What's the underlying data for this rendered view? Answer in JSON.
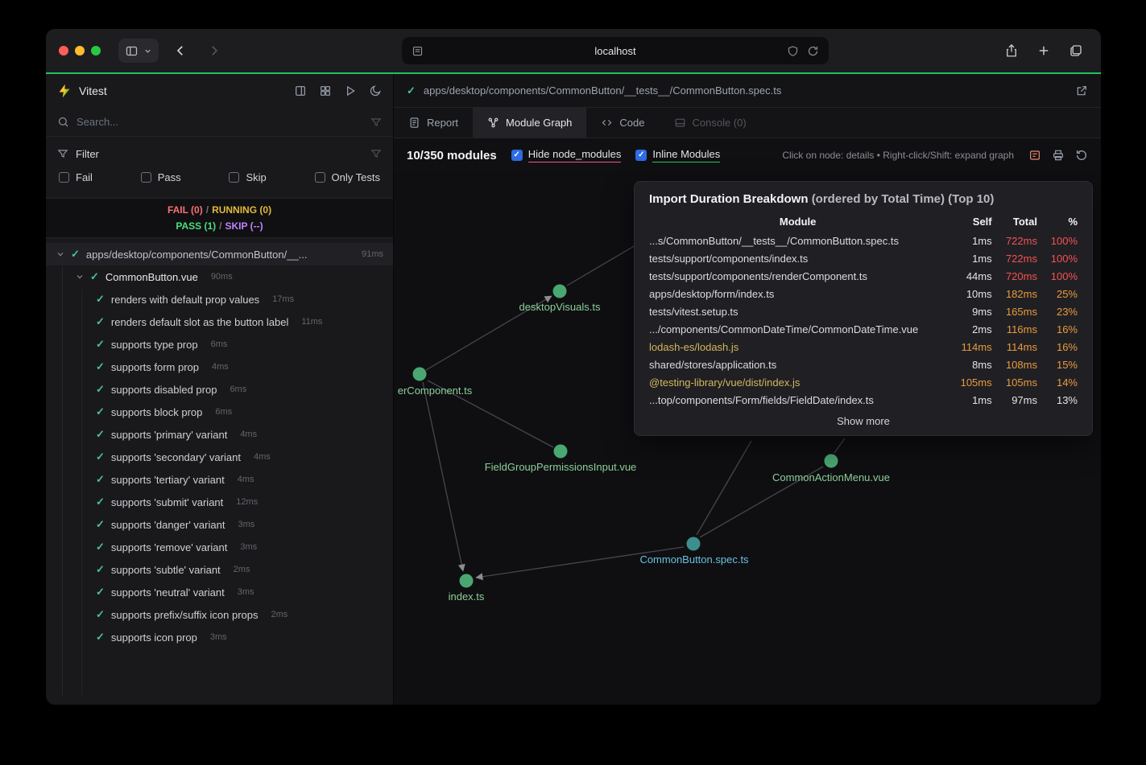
{
  "browser": {
    "url": "localhost"
  },
  "sidebar": {
    "app_title": "Vitest",
    "search_placeholder": "Search...",
    "filter_label": "Filter",
    "checkboxes": {
      "fail": "Fail",
      "pass": "Pass",
      "skip": "Skip",
      "only": "Only Tests"
    },
    "status": {
      "fail": "FAIL (0)",
      "running": "RUNNING (0)",
      "pass": "PASS (1)",
      "skip": "SKIP (--)",
      "sep": "/"
    },
    "tree": {
      "file": {
        "name": "apps/desktop/components/CommonButton/__...",
        "duration": "91ms"
      },
      "suite": {
        "name": "CommonButton.vue",
        "duration": "90ms"
      },
      "tests": [
        {
          "name": "renders with default prop values",
          "duration": "17ms"
        },
        {
          "name": "renders default slot as the button label",
          "duration": "11ms"
        },
        {
          "name": "supports type prop",
          "duration": "6ms"
        },
        {
          "name": "supports form prop",
          "duration": "4ms"
        },
        {
          "name": "supports disabled prop",
          "duration": "6ms"
        },
        {
          "name": "supports block prop",
          "duration": "6ms"
        },
        {
          "name": "supports 'primary' variant",
          "duration": "4ms"
        },
        {
          "name": "supports 'secondary' variant",
          "duration": "4ms"
        },
        {
          "name": "supports 'tertiary' variant",
          "duration": "4ms"
        },
        {
          "name": "supports 'submit' variant",
          "duration": "12ms"
        },
        {
          "name": "supports 'danger' variant",
          "duration": "3ms"
        },
        {
          "name": "supports 'remove' variant",
          "duration": "3ms"
        },
        {
          "name": "supports 'subtle' variant",
          "duration": "2ms"
        },
        {
          "name": "supports 'neutral' variant",
          "duration": "3ms"
        },
        {
          "name": "supports prefix/suffix icon props",
          "duration": "2ms"
        },
        {
          "name": "supports icon prop",
          "duration": "3ms"
        }
      ]
    }
  },
  "main": {
    "file_path": "apps/desktop/components/CommonButton/__tests__/CommonButton.spec.ts",
    "tabs": [
      {
        "label": "Report"
      },
      {
        "label": "Module Graph"
      },
      {
        "label": "Code"
      },
      {
        "label": "Console (0)"
      }
    ],
    "toolbar": {
      "modules_count": "10/350 modules",
      "hide_node_modules": "Hide node_modules",
      "inline_modules": "Inline Modules",
      "hint": "Click on node: details • Right-click/Shift: expand graph"
    },
    "graph": {
      "nodes": [
        {
          "label": "desktopVisuals.ts"
        },
        {
          "label": "erComponent.ts"
        },
        {
          "label": "FieldGroupPermissionsInput.vue"
        },
        {
          "label": "CommonActionMenu.vue"
        },
        {
          "label": "CommonButton.spec.ts"
        },
        {
          "label": "index.ts"
        }
      ]
    },
    "panel": {
      "title_main": "Import Duration Breakdown",
      "title_sub": "(ordered by Total Time) (Top 10)",
      "headers": [
        "Module",
        "Self",
        "Total",
        "%"
      ],
      "rows": [
        {
          "module": "...s/CommonButton/__tests__/CommonButton.spec.ts",
          "self": "1ms",
          "total": "722ms",
          "pct": "100%"
        },
        {
          "module": "tests/support/components/index.ts",
          "self": "1ms",
          "total": "722ms",
          "pct": "100%"
        },
        {
          "module": "tests/support/components/renderComponent.ts",
          "self": "44ms",
          "total": "720ms",
          "pct": "100%"
        },
        {
          "module": "apps/desktop/form/index.ts",
          "self": "10ms",
          "total": "182ms",
          "pct": "25%"
        },
        {
          "module": "tests/vitest.setup.ts",
          "self": "9ms",
          "total": "165ms",
          "pct": "23%"
        },
        {
          "module": ".../components/CommonDateTime/CommonDateTime.vue",
          "self": "2ms",
          "total": "116ms",
          "pct": "16%"
        },
        {
          "module": "lodash-es/lodash.js",
          "self": "114ms",
          "total": "114ms",
          "pct": "16%"
        },
        {
          "module": "shared/stores/application.ts",
          "self": "8ms",
          "total": "108ms",
          "pct": "15%"
        },
        {
          "module": "@testing-library/vue/dist/index.js",
          "self": "105ms",
          "total": "105ms",
          "pct": "14%"
        },
        {
          "module": "...top/components/Form/fields/FieldDate/index.ts",
          "self": "1ms",
          "total": "97ms",
          "pct": "13%"
        }
      ],
      "show_more": "Show more"
    },
    "colors": {
      "accent_green": "#1fc25f",
      "hot_red": "#f65151",
      "warn_orange": "#ea9a3e",
      "node_modules_yellow": "#d3b75d",
      "node_green": "#4aa771",
      "node_teal": "#3e8e8e"
    }
  }
}
